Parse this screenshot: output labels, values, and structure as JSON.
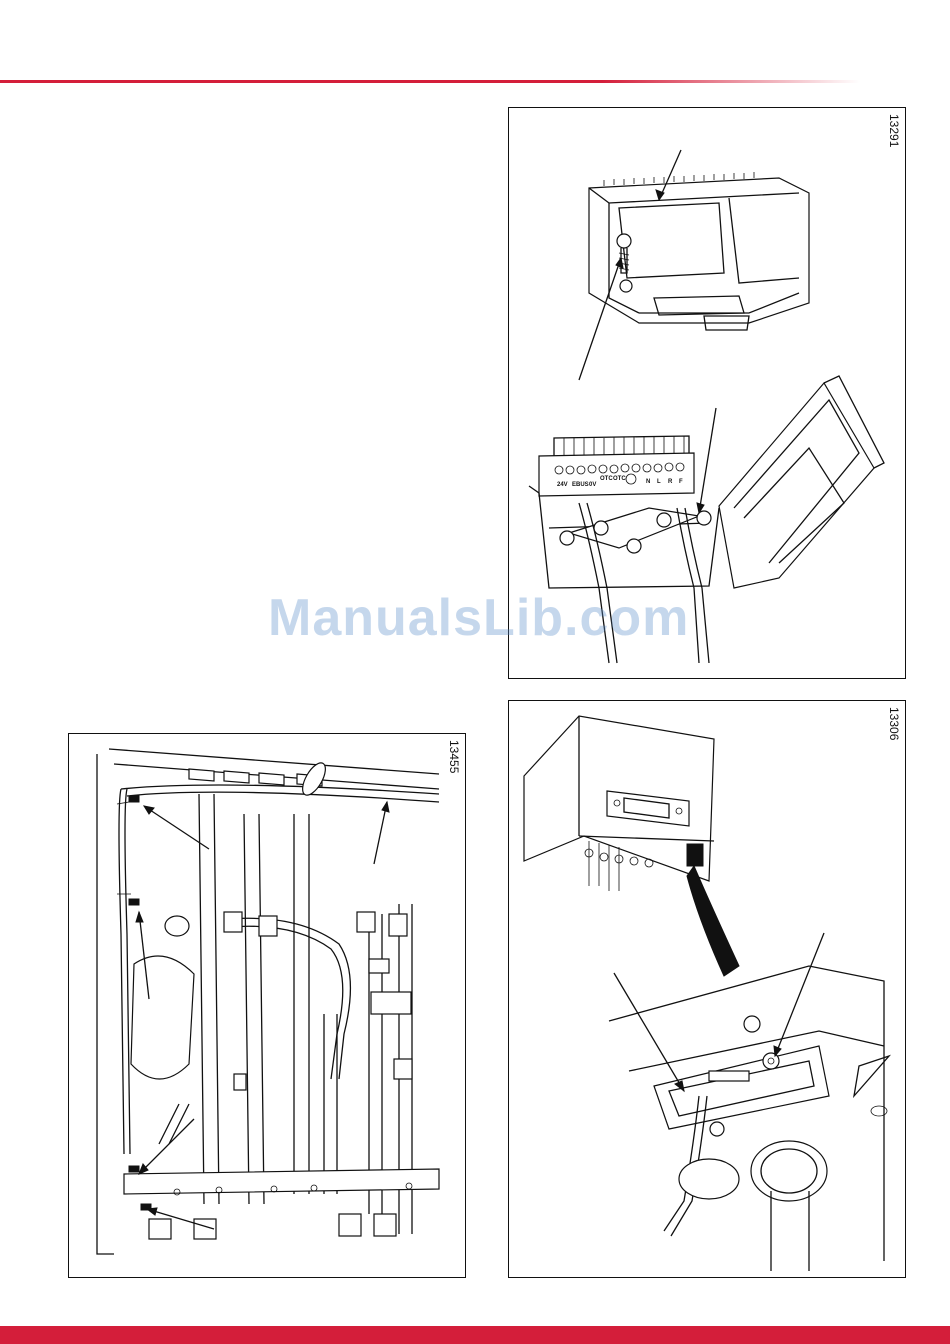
{
  "figures": {
    "top_right": {
      "number": "13291",
      "terminal_labels": [
        "24V",
        "EBUS",
        "0V",
        "OTC",
        "OTC",
        "N",
        "L",
        "R",
        "F"
      ]
    },
    "bottom_right": {
      "number": "13306"
    },
    "bottom_left": {
      "number": "13455"
    }
  },
  "watermark": {
    "text": "ManualsLib.com"
  },
  "colors": {
    "accent": "#d41e3a",
    "watermark": "#5a8cc8"
  }
}
